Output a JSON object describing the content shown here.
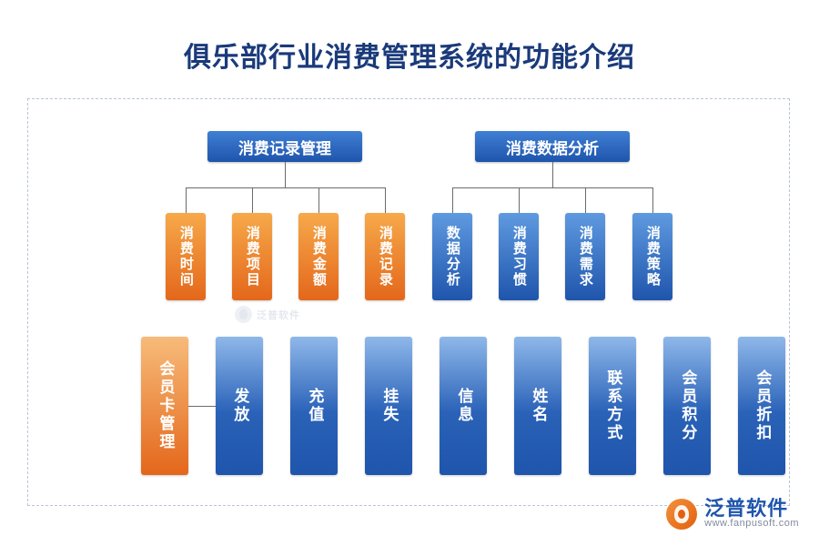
{
  "page": {
    "title": "俱乐部行业消费管理系统的功能介绍",
    "accent_blue": "#1f55ac",
    "accent_orange": "#e4671b",
    "panel_border": "#b9c4d8",
    "background": "#ffffff"
  },
  "diagram": {
    "headers": [
      {
        "label": "消费记录管理"
      },
      {
        "label": "消费数据分析"
      }
    ],
    "group_left": [
      {
        "label": "消费时间",
        "color": "orange"
      },
      {
        "label": "消费项目",
        "color": "orange"
      },
      {
        "label": "消费金额",
        "color": "orange"
      },
      {
        "label": "消费记录",
        "color": "orange"
      }
    ],
    "group_right": [
      {
        "label": "数据分析",
        "color": "blue"
      },
      {
        "label": "消费习惯",
        "color": "blue"
      },
      {
        "label": "消费需求",
        "color": "blue"
      },
      {
        "label": "消费策略",
        "color": "blue"
      }
    ],
    "bottom_bars": [
      {
        "label": "会员卡管理",
        "color": "orange"
      },
      {
        "label": "发放",
        "color": "blue"
      },
      {
        "label": "充值",
        "color": "blue"
      },
      {
        "label": "挂失",
        "color": "blue"
      },
      {
        "label": "信息",
        "color": "blue"
      },
      {
        "label": "姓名",
        "color": "blue"
      },
      {
        "label": "联系方式",
        "color": "blue"
      },
      {
        "label": "会员积分",
        "color": "blue"
      },
      {
        "label": "会员折扣",
        "color": "blue"
      }
    ]
  },
  "watermark": {
    "center_text": "泛普软件"
  },
  "brand": {
    "name_cn": "泛普软件",
    "name_en": "www.fanpusoft.com"
  }
}
